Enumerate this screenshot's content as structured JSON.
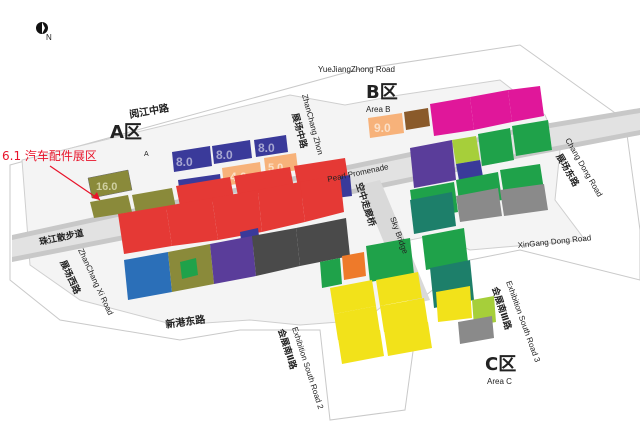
{
  "compass": {
    "letter": "N"
  },
  "areas": {
    "a": {
      "label": "A区",
      "sub": "A"
    },
    "b": {
      "label": "B区",
      "sub": "Area B"
    },
    "c": {
      "label": "C区",
      "sub": "Area C"
    }
  },
  "callout": {
    "text": "6.1 汽车配件展区",
    "color": "#e8132a"
  },
  "roads": {
    "yuejiang": "YueJiangZhong Road",
    "yuejiang_cn": "阅江中路",
    "zhanchang_zhong_cn": "展场中路",
    "zhanchang_zhong": "ZhanChang Zhon",
    "pearl_promenade": "Pearl Promenade",
    "pearl_cn": "珠江散步道",
    "sky_bridge_cn": "空中走廊桥",
    "sky_bridge": "Sky Bridge",
    "zhanchang_dong": "Chang Dong Road",
    "zhanchang_dong_cn": "展场东路",
    "xingang_dong": "XinGang Dong Road",
    "xingang_cn": "新港东路",
    "zhanchang_xi_cn": "展场西路",
    "zhanchang_xi": "ZhanChang Xi Road",
    "south2_cn": "会展南Ⅱ路",
    "south2": "Exhibition South Road 2",
    "south3_cn": "会展南Ⅲ路",
    "south3": "Exhibition South Road 3"
  },
  "hall_labels": {
    "h16": "16.0",
    "h8a": "8.0",
    "h8b": "8.0",
    "h8c": "8.0",
    "h4": "4.0",
    "h5": "5.0",
    "h9": "9.0"
  },
  "colors": {
    "red": "#e53935",
    "blue": "#2b6fb8",
    "darkblue": "#3a3a9a",
    "olive": "#8a8a3a",
    "purple": "#5a3d9a",
    "gray": "#8a8a8a",
    "darkgray": "#4a4a4a",
    "green": "#1fa24a",
    "teal": "#1d7f6a",
    "magenta": "#e0179a",
    "lime": "#a6cf3a",
    "yellow": "#f2e21a",
    "peach": "#f7b27a",
    "orange": "#ee7a2a",
    "road": "#cfd0cf"
  }
}
